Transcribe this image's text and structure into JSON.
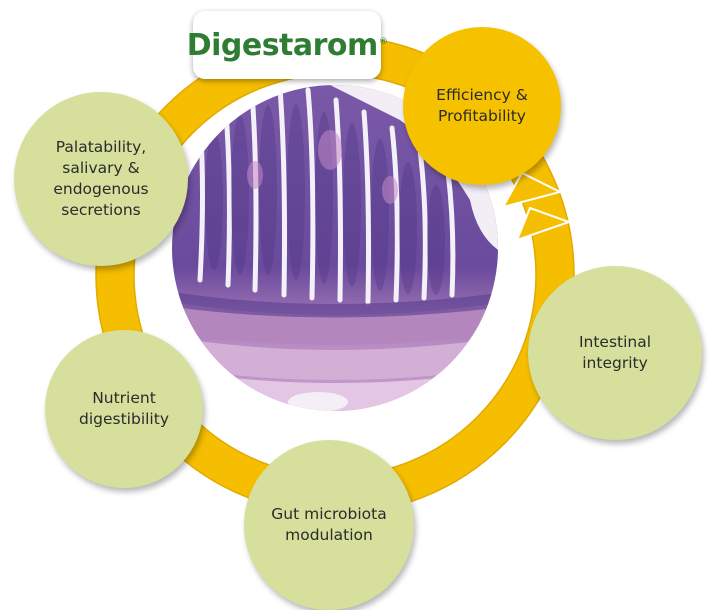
{
  "colors": {
    "ring": "#F5BE00",
    "ring_edge": "#E0A800",
    "bubble_green": "#D6E09C",
    "bubble_yellow": "#F6C200",
    "text": "#2B2B2B",
    "logo_green": "#2E7D32",
    "tissue_purple": "#6A4A9C",
    "tissue_pink": "#C79AC9"
  },
  "logo": {
    "text": "Digestarom",
    "mark": "®"
  },
  "nodes": [
    {
      "id": "efficiency",
      "label": "Efficiency &\nProfitability",
      "color": "yellow"
    },
    {
      "id": "palatability",
      "label": "Palatability,\nsalivary &\nendogenous\nsecretions",
      "color": "green"
    },
    {
      "id": "intestinal",
      "label": "Intestinal\nintegrity",
      "color": "green"
    },
    {
      "id": "nutrient",
      "label": "Nutrient\ndigestibility",
      "color": "green"
    },
    {
      "id": "gut",
      "label": "Gut microbiota\nmodulation",
      "color": "green"
    }
  ],
  "center_image": {
    "subject": "intestinal-tissue-histology",
    "icon": "histology-micrograph"
  }
}
